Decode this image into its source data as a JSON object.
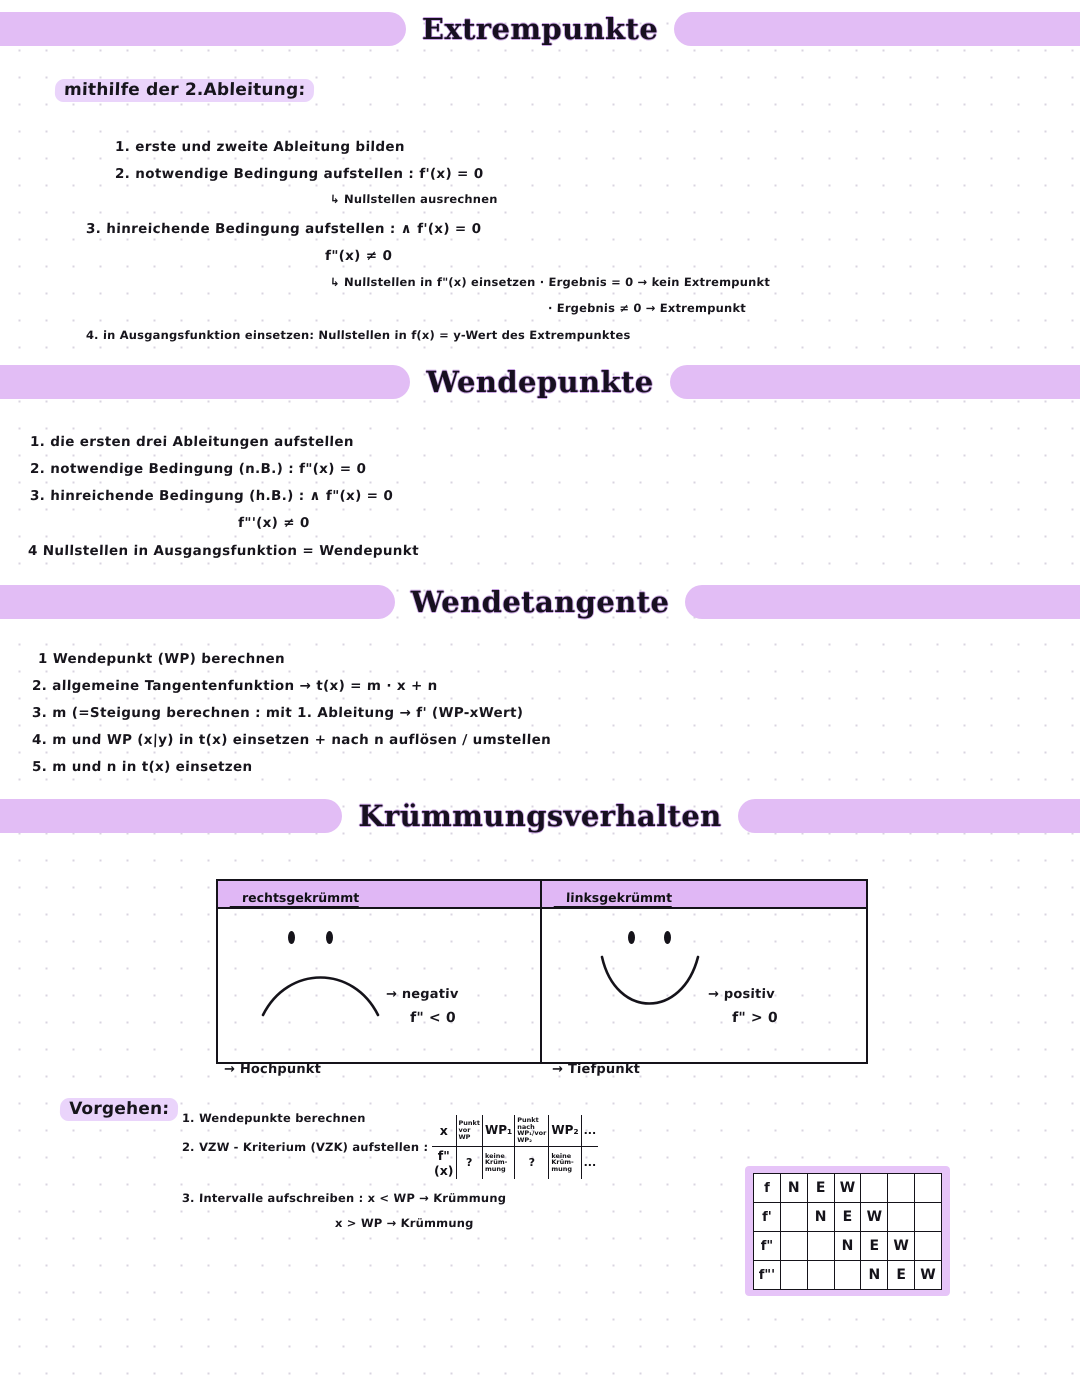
{
  "page": {
    "background": "#ffffff",
    "dot_color": "#d9d4e0",
    "accent_banner": "#e2bdf5",
    "accent_highlight": "#ead4fb",
    "ink": "#15131a"
  },
  "sections": [
    {
      "id": "extrempunkte",
      "title": "Extrempunkte",
      "subtitle": "mithilfe der 2.Ableitung:",
      "items": [
        "1. erste und zweite  Ableitung  bilden",
        "2. notwendige  Bedingung   aufstellen :   f'(x) = 0",
        "↳ Nullstellen  ausrechnen",
        "3. hinreichende Bedingung   aufstellen :   ∧ f'(x) = 0",
        "f\"(x) ≠ 0",
        "↳ Nullstellen    in   f\"(x)   einsetzen  · Ergebnis = 0   →  kein  Extrempunkt",
        "· Ergebnis ≠ 0  →  Extrempunkt",
        "4. in Ausgangsfunktion einsetzen:  Nullstellen in   f(x) =  y-Wert  des   Extrempunktes"
      ]
    },
    {
      "id": "wendepunkte",
      "title": "Wendepunkte",
      "items": [
        "1. die ersten drei   Ableitungen   aufstellen",
        "2. notwendige    Bedingung (n.B.) :  f\"(x) = 0",
        "3. hinreichende  Bedingung (h.B.) : ∧ f\"(x) = 0",
        "f\"'(x) ≠ 0",
        "4  Nullstellen in  Ausgangsfunktion =   Wendepunkt"
      ]
    },
    {
      "id": "wendetangente",
      "title": "Wendetangente",
      "items": [
        "1  Wendepunkt (WP)  berechnen",
        "2. allgemeine  Tangentenfunktion  →   t(x) = m · x + n",
        "3.  m (=Steigung   berechnen :   mit   1. Ableitung →   f' (WP-xWert)",
        "4.  m und  WP (x|y)  in  t(x)   einsetzen   + nach  n   auflösen / umstellen",
        "5. m und n in  t(x)  einsetzen"
      ]
    },
    {
      "id": "kruemmungsverhalten",
      "title": "Krümmungsverhalten"
    }
  ],
  "curvature_table": {
    "columns": [
      {
        "header": "rechtsgekrümmt",
        "face": "sad",
        "sign_label": "→ negativ",
        "condition": "f\" < 0",
        "point_label": "→  Hochpunkt"
      },
      {
        "header": "linksgekrümmt",
        "face": "happy",
        "sign_label": "→ positiv",
        "condition": "f\" > 0",
        "point_label": "→  Tiefpunkt"
      }
    ]
  },
  "vorgehen": {
    "label": "Vorgehen:",
    "steps": [
      "1. Wendepunkte  berechnen",
      "2. VZW - Kriterium (VZK)  aufstellen     :",
      "3. Intervalle aufschreiben :      x < WP   →   Krümmung",
      "x > WP   →   Krümmung"
    ]
  },
  "vzw_table": {
    "row1": [
      {
        "text": "x",
        "style": "label"
      },
      {
        "text": "Punkt vor WP",
        "style": "tiny"
      },
      {
        "text": "WP₁",
        "style": "wp"
      },
      {
        "text": "Punkt nach WP₁/vor WP₂",
        "style": "tiny"
      },
      {
        "text": "WP₂",
        "style": "wp"
      },
      {
        "text": "...",
        "style": "mid"
      }
    ],
    "row2": [
      {
        "text": "f\"(x)",
        "style": "label"
      },
      {
        "text": "?",
        "style": "mid"
      },
      {
        "text": "keine Krüm-mung",
        "style": "tiny"
      },
      {
        "text": "?",
        "style": "mid"
      },
      {
        "text": "keine Krüm-mung",
        "style": "tiny"
      },
      {
        "text": "...",
        "style": "mid"
      }
    ]
  },
  "new_grid": {
    "rows": [
      {
        "label": "f",
        "cells": [
          "N",
          "E",
          "W",
          "",
          "",
          ""
        ]
      },
      {
        "label": "f'",
        "cells": [
          "",
          "N",
          "E",
          "W",
          "",
          ""
        ]
      },
      {
        "label": "f\"",
        "cells": [
          "",
          "",
          "N",
          "E",
          "W",
          ""
        ]
      },
      {
        "label": "f\"'",
        "cells": [
          "",
          "",
          "",
          "N",
          "E",
          "W"
        ]
      }
    ]
  }
}
